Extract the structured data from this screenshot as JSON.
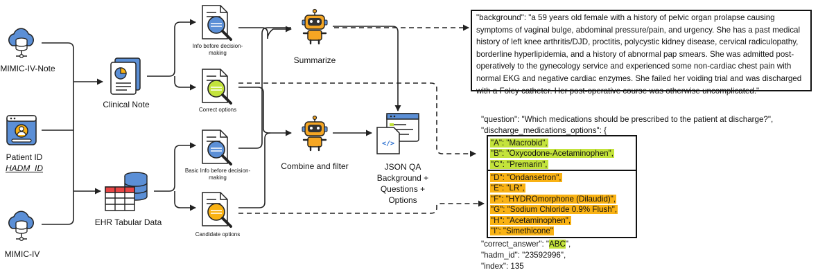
{
  "sources": {
    "mimic_note": "MIMIC-IV-Note",
    "patient_id": "Patient ID",
    "hadm_id": "HADM_ID",
    "mimic_iv": "MIMIC-IV"
  },
  "intermediate": {
    "clinical_note": "Clinical Note",
    "ehr_tabular": "EHR Tabular Data"
  },
  "docs": {
    "info_before": "Info before decision-making",
    "correct_options": "Correct options",
    "basic_info_before": "Basic Info before decision-making",
    "candidate_options": "Candidate options"
  },
  "robots": {
    "summarize": "Summarize",
    "combine": "Combine and filter"
  },
  "json_qa": {
    "title": "JSON QA",
    "line1": "Background +",
    "line2": "Questions +",
    "line3": "Options"
  },
  "background_text": "\"background\": \"a 59 years old female with a history of pelvic organ prolapse causing symptoms of vaginal bulge, abdominal pressure/pain, and urgency. She has a past medical history of left knee arthritis/DJD, proctitis, polycystic kidney disease, cervical radiculopathy, borderline hyperlipidemia, and a history of abnormal pap smears. She was admitted post-operatively to the gynecology service and experienced some non-cardiac chest pain with normal EKG and negative cardiac enzymes. She failed her voiding trial and was discharged with a Foley catheter. Her post-operative course was otherwise uncomplicated.\"",
  "question_line": "\"question\": \"Which medications should be prescribed to the patient at discharge?\",",
  "options_header": "\"discharge_medications_options\": {",
  "correct_options": [
    "\"A\": \"Macrobid\",",
    "\"B\": \"Oxycodone-Acetaminophen\",",
    "\"C\": \"Premarin\","
  ],
  "candidate_options": [
    "\"D\": \"Ondansetron\",",
    "\"E\": \"LR\",",
    "\"F\": \"HYDROmorphone (Dilaudid)\",",
    "\"G\": \"Sodium Chloride 0.9% Flush\",",
    "\"H\": \"Acetaminophen\",",
    "\"I\": \"Simethicone\""
  ],
  "answer": {
    "prefix": "\"correct_answer\": \"",
    "value": "ABC",
    "suffix": "\","
  },
  "hadm_line": "\"hadm_id\": \"23592996\",",
  "index_line": "\"index\": 135",
  "colors": {
    "highlight_correct": "#c3e33b",
    "highlight_candidate": "#f9b214",
    "db_blue": "#5b8fd6",
    "robot_orange": "#f5a623",
    "magnifier_green": "#c3e33b"
  }
}
